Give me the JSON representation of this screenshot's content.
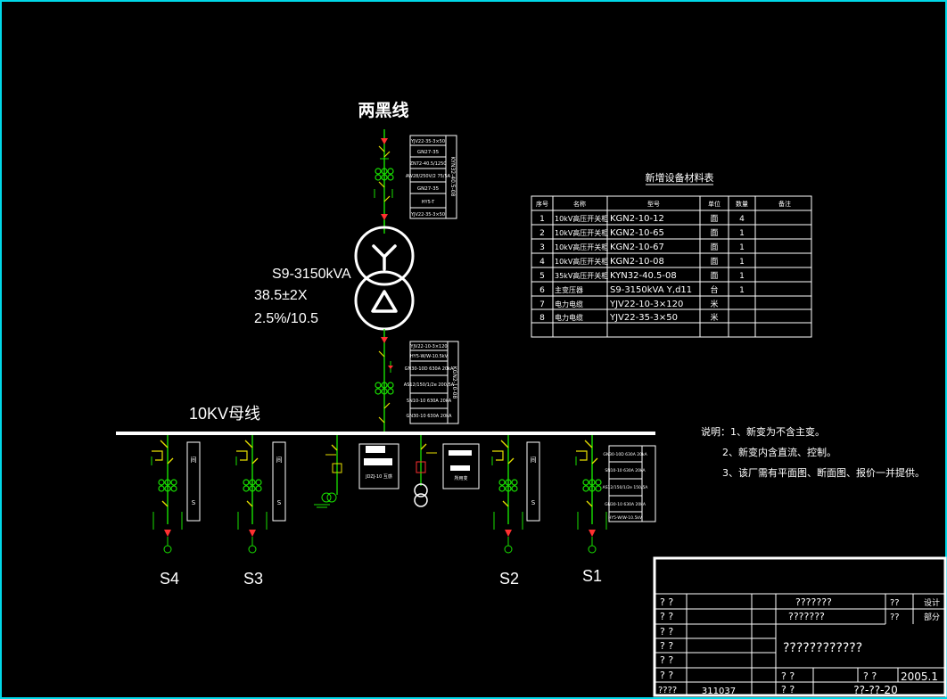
{
  "labels": {
    "incoming_line": "两黑线",
    "transformer_model": "S9-3150kVA",
    "transformer_ratio1": "38.5±2X",
    "transformer_ratio2": "2.5%/10.5",
    "busbar": "10KV母线",
    "feeders": [
      "S4",
      "S3",
      "S2",
      "S1"
    ]
  },
  "upper_panel": {
    "rows": [
      "YJV22-35-3×50",
      "GN27-35",
      "ZN72-40.5/1250",
      "AW28/250V/2 75/5A",
      "GN27-35",
      "HY5-T",
      "YJV22-35-3×50"
    ],
    "side": "KYN32-40.5-08"
  },
  "lower_panel": {
    "rows": [
      "YJV22-10-3×120",
      "HY5-W/W-10.5kV",
      "GN30-10D 630A 20kA",
      "AS12/150/1/2e 200/5A",
      "SN10-10 630A 20kA",
      "GN30-10 630A 20kA"
    ],
    "side": "KGN2-10-08"
  },
  "feeder_panels": {
    "S1_rows": [
      "GN30-10D 630A 20kA",
      "SN10-10 630A 20kA",
      "AS12/150/1/2e 150/5A",
      "GN30-10 630A 20kA",
      "HY5-W/W-10.5kV"
    ],
    "S4_side_top": "间",
    "S4_side_bot": "S",
    "S3_side_top": "间",
    "S3_side_bot": "S",
    "S2_side_top": "间",
    "S2_side_bot": "S",
    "pt_label": "JDZJ-10 互感",
    "aux_label": "所用变"
  },
  "material_table": {
    "title": "新增设备材料表",
    "headers": [
      "序号",
      "名称",
      "型号",
      "单位",
      "数量",
      "备注"
    ],
    "rows": [
      [
        "1",
        "10kV高压开关柜",
        "KGN2-10-12",
        "面",
        "4",
        ""
      ],
      [
        "2",
        "10kV高压开关柜",
        "KGN2-10-65",
        "面",
        "1",
        ""
      ],
      [
        "3",
        "10kV高压开关柜",
        "KGN2-10-67",
        "面",
        "1",
        ""
      ],
      [
        "4",
        "10kV高压开关柜",
        "KGN2-10-08",
        "面",
        "1",
        ""
      ],
      [
        "5",
        "35kV高压开关柜",
        "KYN32-40.5-08",
        "面",
        "1",
        ""
      ],
      [
        "6",
        "主变压器",
        "S9-3150kVA  Y,d11",
        "台",
        "1",
        ""
      ],
      [
        "7",
        "电力电缆",
        "YJV22-10-3×120",
        "米",
        "",
        ""
      ],
      [
        "8",
        "电力电缆",
        "YJV22-35-3×50",
        "米",
        "",
        ""
      ],
      [
        "",
        "",
        "",
        "",
        "",
        ""
      ]
    ]
  },
  "notes": {
    "line1": "说明：1、新变为不含主变。",
    "line2": "2、新变内含直流、控制。",
    "line3": "3、该厂需有平面图、断面图、报价一并提供。"
  },
  "title_block": {
    "q2": "? ?",
    "c1": "???????",
    "c2": "???????",
    "r1a": "??",
    "r1b": "设计",
    "r2a": "??",
    "r2b": "部分",
    "main": "????????????",
    "bl1": "? ?",
    "bl2": "? ?",
    "bl3": "? ?",
    "year": "2005.1",
    "code_label": "????",
    "code": "311037",
    "drawing_no": "??-??-20"
  },
  "colors": {
    "background": "#000000",
    "frame": "#00d8e8",
    "green": "#18e000",
    "red": "#ff3030",
    "yellow": "#e8e000",
    "white": "#ffffff"
  }
}
